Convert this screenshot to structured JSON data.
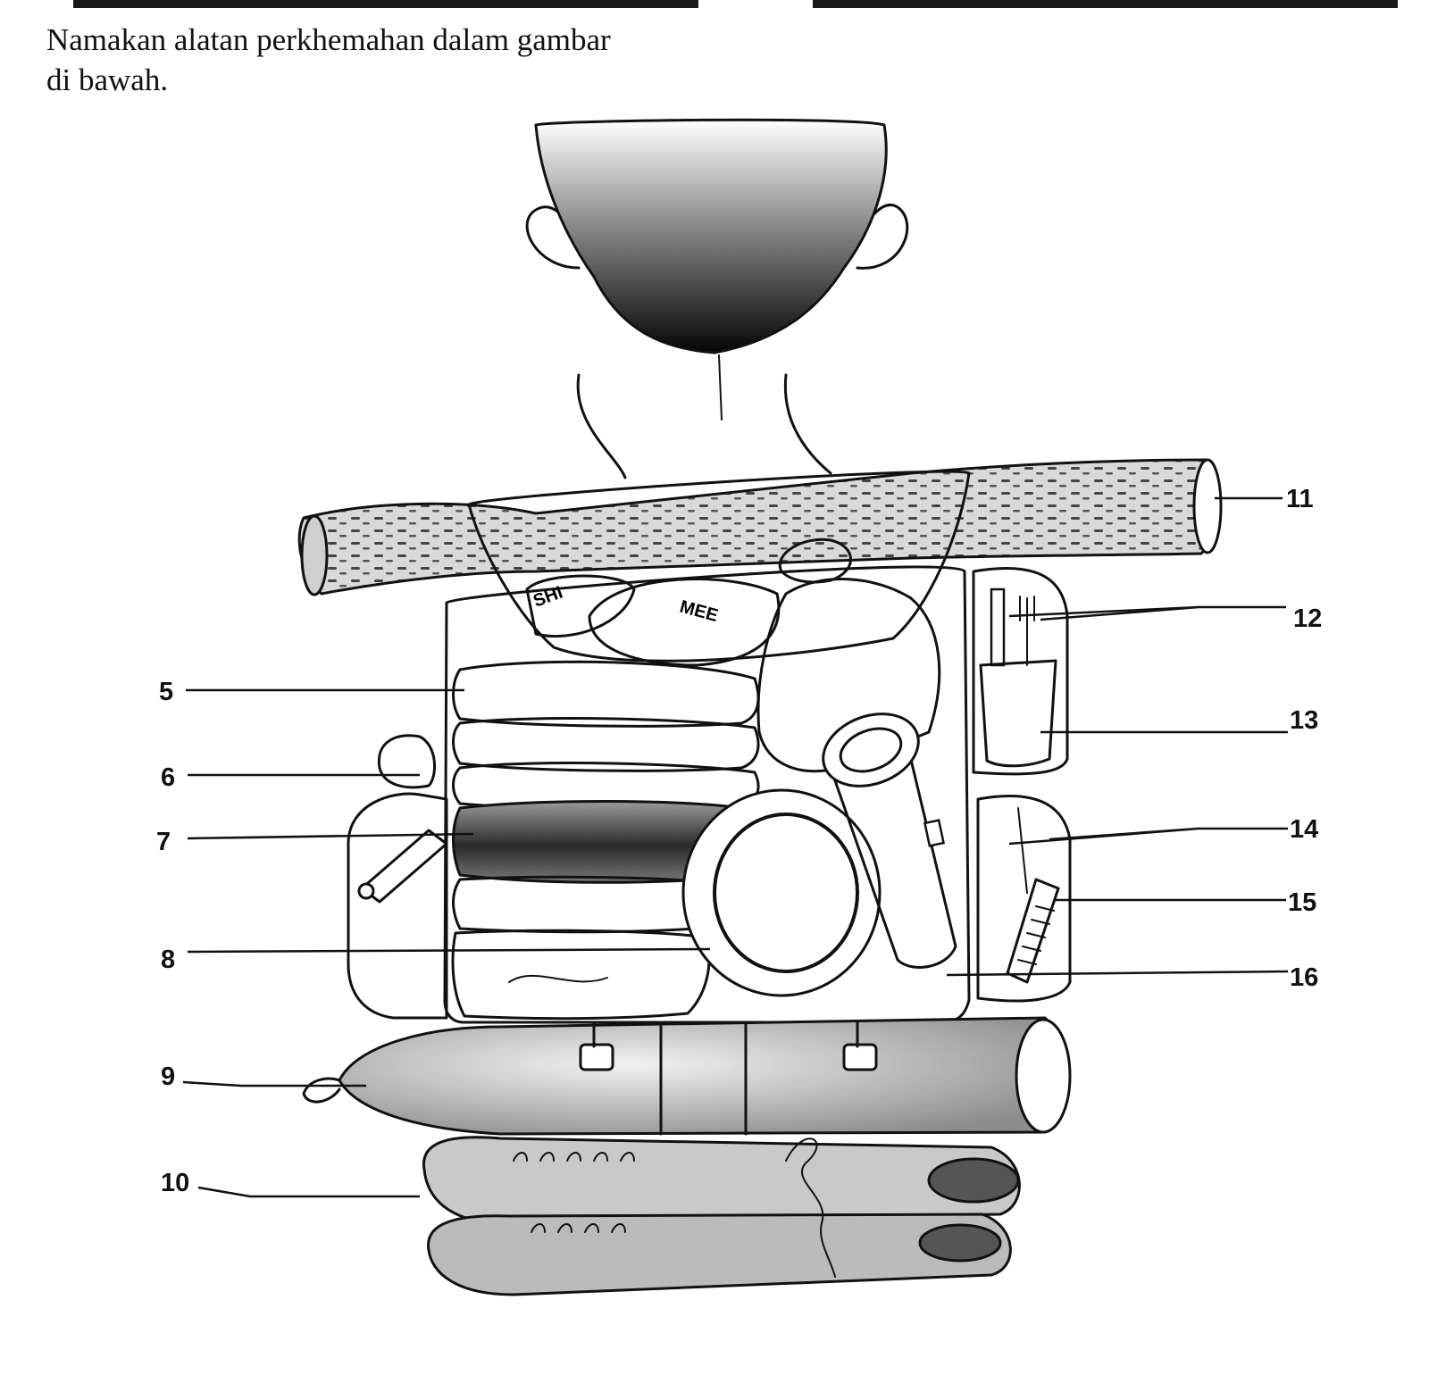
{
  "instruction": {
    "line1": "Namakan alatan perkhemahan dalam gambar",
    "line2": "di bawah."
  },
  "labels": [
    "5",
    "6",
    "7",
    "8",
    "9",
    "10",
    "11",
    "12",
    "13",
    "14",
    "15",
    "16"
  ],
  "bag_prints": {
    "bag_left": "SHI",
    "bag_right": "MEE"
  },
  "colors": {
    "ink": "#111111",
    "paper": "#ffffff"
  }
}
